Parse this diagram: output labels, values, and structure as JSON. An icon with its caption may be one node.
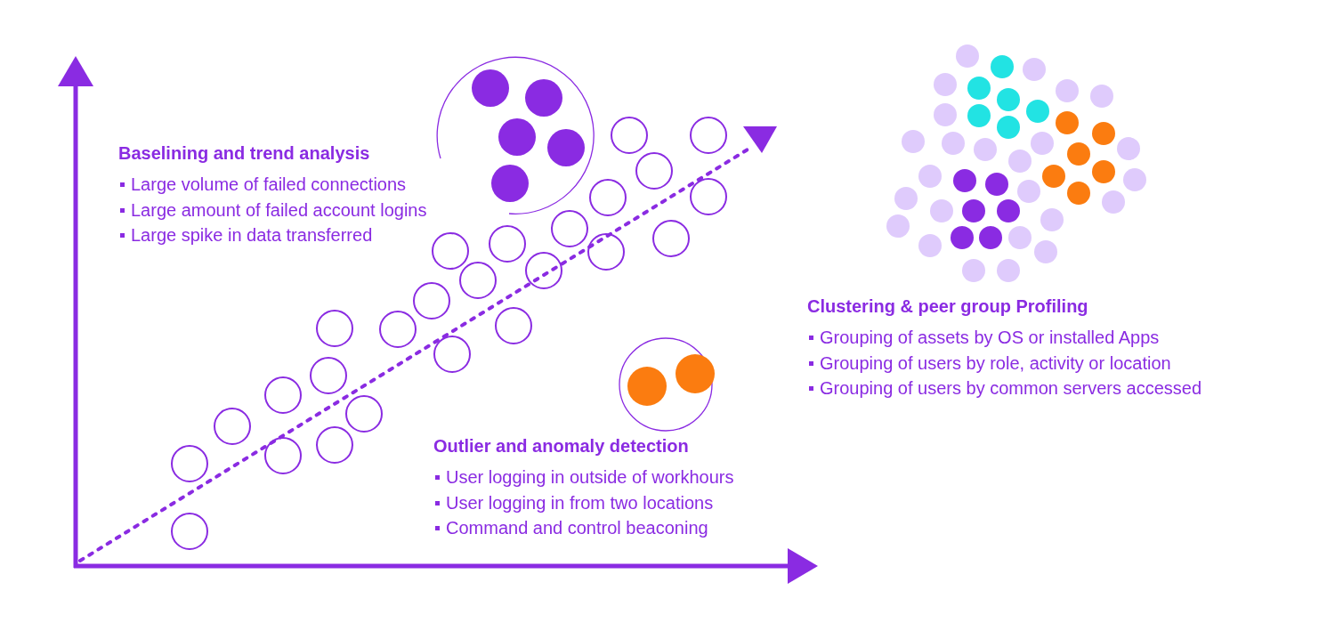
{
  "diagram": {
    "labels": [
      "Baselining and trend analysis",
      "Large volume of failed connections",
      "Large amount of failed account logins",
      "Large spike in data transferred",
      "Clustering & peer group Profiling",
      "Grouping of assets by OS or installed Apps",
      "Grouping of users by role, activity or location",
      "Grouping of users by common servers accessed",
      "Outlier and anomaly detection",
      "User logging in outside of workhours",
      "User logging in from two locations",
      "Command and control beaconing"
    ]
  }
}
